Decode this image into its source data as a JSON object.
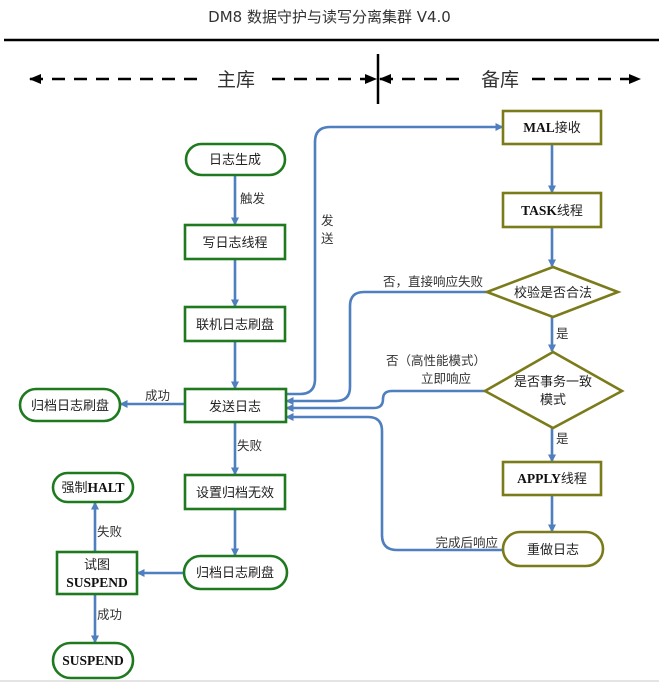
{
  "title": "DM8 数据守护与读写分离集群 V4.0",
  "sections": {
    "primary": "主库",
    "standby": "备库"
  },
  "colors": {
    "primary_node_border": "#1f7a1f",
    "standby_node_border": "#7b7b1c",
    "edge": "#4f7fbf"
  },
  "nodes": {
    "log_generate": {
      "text": "日志生成",
      "shape": "terminal"
    },
    "write_log_thread": {
      "text": "写日志线程",
      "shape": "process"
    },
    "online_log_flush": {
      "text": "联机日志刷盘",
      "shape": "process"
    },
    "send_log": {
      "text": "发送日志",
      "shape": "process"
    },
    "archive_log_flush_success": {
      "text": "归档日志刷盘",
      "shape": "terminal"
    },
    "set_archive_invalid": {
      "text": "设置归档无效",
      "shape": "process"
    },
    "archive_log_flush_fail": {
      "text": "归档日志刷盘",
      "shape": "terminal"
    },
    "try_suspend": {
      "line1": "试图",
      "line2_bold": "SUSPEND",
      "shape": "process"
    },
    "force_halt": {
      "text": "强制",
      "bold": "HALT",
      "shape": "terminal"
    },
    "suspend": {
      "bold": "SUSPEND",
      "shape": "terminal"
    },
    "mal_receive": {
      "bold": "MAL",
      "text": "接收",
      "shape": "process"
    },
    "task_thread": {
      "bold": "TASK",
      "text": "线程",
      "shape": "process"
    },
    "validate": {
      "text": "校验是否合法",
      "shape": "decision"
    },
    "tx_consistent": {
      "line1": "是否事务一致",
      "line2": "模式",
      "shape": "decision"
    },
    "apply_thread": {
      "bold": "APPLY",
      "text": "线程",
      "shape": "process"
    },
    "redo_log": {
      "text": "重做日志",
      "shape": "terminal"
    }
  },
  "edge_labels": {
    "trigger": "触发",
    "send_char1": "发",
    "send_char2": "送",
    "success_archive": "成功",
    "fail_send": "失败",
    "fail_suspend": "失败",
    "success_suspend": "成功",
    "validate_yes": "是",
    "tx_yes": "是",
    "validate_no": "否，直接响应失败",
    "tx_no_line1": "否（高性能模式）",
    "tx_no_line2": "立即响应",
    "redo_done": "完成后响应"
  }
}
